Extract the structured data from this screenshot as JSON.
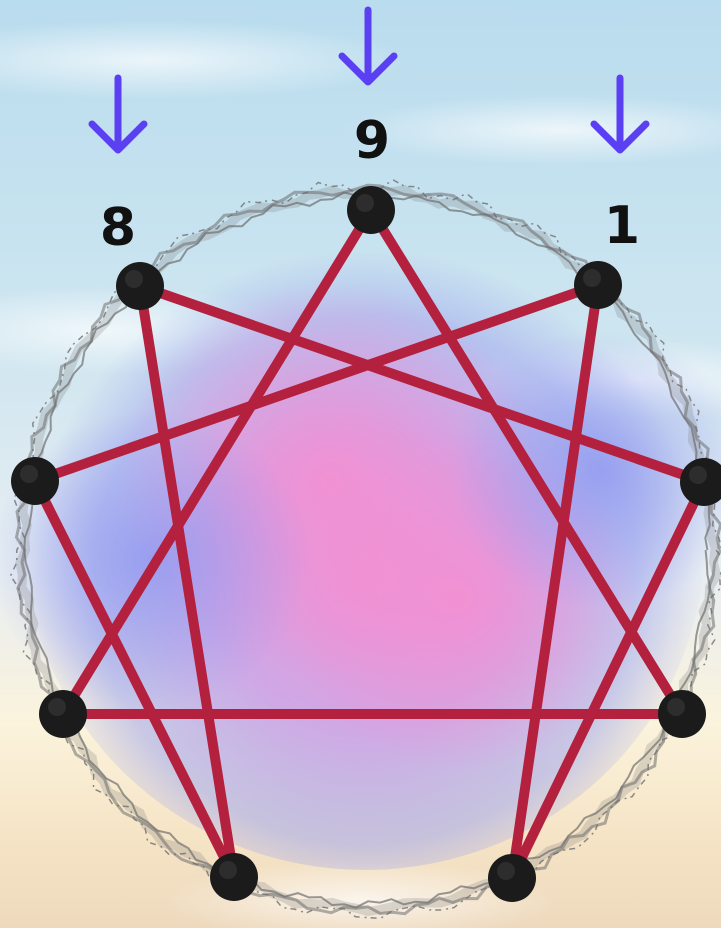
{
  "diagram": {
    "labels": [
      {
        "id": "nine",
        "text": "9"
      },
      {
        "id": "eight",
        "text": "8"
      },
      {
        "id": "one",
        "text": "1"
      }
    ],
    "arrows": [
      {
        "id": "arrow-9",
        "icon": "arrow-down-icon"
      },
      {
        "id": "arrow-8",
        "icon": "arrow-down-icon"
      },
      {
        "id": "arrow-1",
        "icon": "arrow-down-icon"
      }
    ],
    "colors": {
      "line": "#b3213e",
      "node": "#1b1b1b",
      "arrow": "#5b3ff2",
      "ring": "#6f6f6f"
    },
    "node_count": 9,
    "connections": [
      [
        9,
        3
      ],
      [
        3,
        6
      ],
      [
        6,
        9
      ],
      [
        1,
        4
      ],
      [
        4,
        2
      ],
      [
        2,
        8
      ],
      [
        8,
        5
      ],
      [
        5,
        7
      ],
      [
        7,
        1
      ]
    ]
  }
}
